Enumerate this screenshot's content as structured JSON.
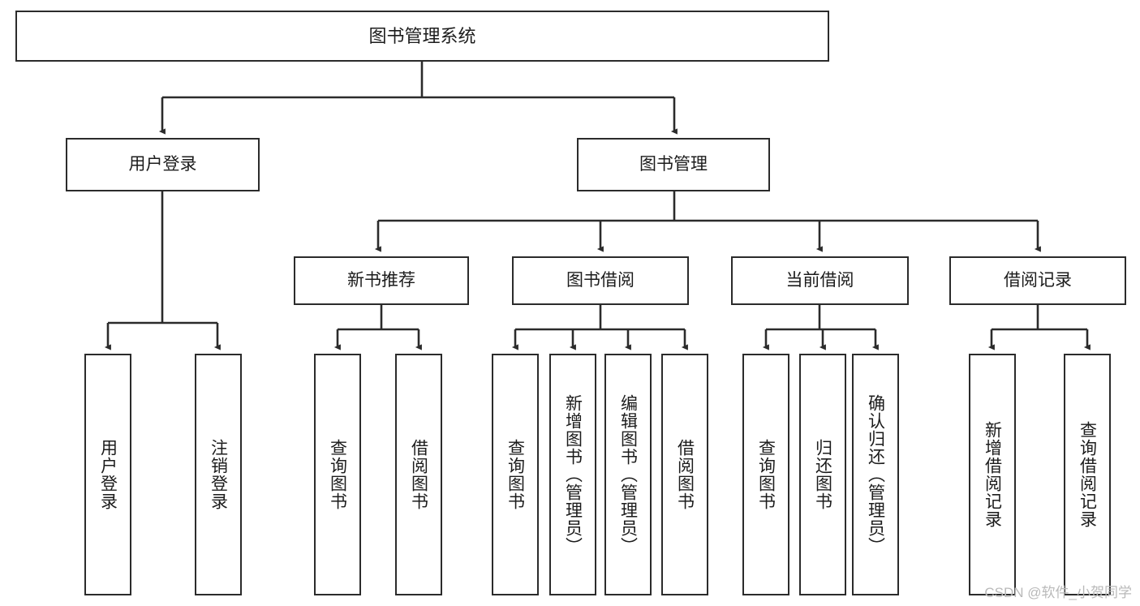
{
  "diagram": {
    "title": "图书管理系统",
    "type": "tree-hierarchy-diagram",
    "watermark": "CSDN @软件_小贺同学",
    "colors": {
      "background": "#ffffff",
      "box_border": "#2b2b2b",
      "box_fill": "#ffffff",
      "connector": "#2b2b2b",
      "text": "#1c1c1c",
      "watermark": "#b9b9b9"
    },
    "root": {
      "label": "图书管理系统"
    },
    "level2": [
      {
        "id": "user-login",
        "label": "用户登录"
      },
      {
        "id": "book-management",
        "label": "图书管理"
      }
    ],
    "level3": [
      {
        "id": "new-book-recommend",
        "label": "新书推荐"
      },
      {
        "id": "book-borrow",
        "label": "图书借阅"
      },
      {
        "id": "current-borrow",
        "label": "当前借阅"
      },
      {
        "id": "borrow-record",
        "label": "借阅记录"
      }
    ],
    "leaves": {
      "user_login": [
        {
          "id": "leaf-user-login",
          "label": "用户登录"
        },
        {
          "id": "leaf-logout-login",
          "label": "注销登录"
        }
      ],
      "new_book_recommend": [
        {
          "id": "leaf-query-book-1",
          "label": "查询图书"
        },
        {
          "id": "leaf-borrow-book-1",
          "label": "借阅图书"
        }
      ],
      "book_borrow": [
        {
          "id": "leaf-query-book-2",
          "label": "查询图书"
        },
        {
          "id": "leaf-add-book",
          "label": "新增图书（管理员）"
        },
        {
          "id": "leaf-edit-book",
          "label": "编辑图书（管理员）"
        },
        {
          "id": "leaf-borrow-book-2",
          "label": "借阅图书"
        }
      ],
      "current_borrow": [
        {
          "id": "leaf-query-book-3",
          "label": "查询图书"
        },
        {
          "id": "leaf-return-book",
          "label": "归还图书"
        },
        {
          "id": "leaf-confirm-return",
          "label": "确认归还（管理员）"
        }
      ],
      "borrow_record": [
        {
          "id": "leaf-add-borrow-record",
          "label": "新增借阅记录"
        },
        {
          "id": "leaf-query-borrow-record",
          "label": "查询借阅记录"
        }
      ]
    }
  }
}
